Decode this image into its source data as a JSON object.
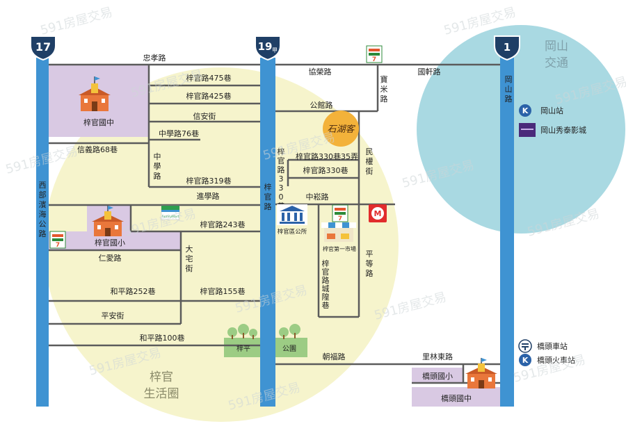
{
  "areas": {
    "zi_guan": {
      "line1": "梓官",
      "line2": "生活圈"
    },
    "gangshan": {
      "line1": "岡山",
      "line2": "交通"
    }
  },
  "highways": {
    "h17": "17",
    "h19": "19",
    "h19_sub": "甲",
    "h1": "1"
  },
  "roads": {
    "zhongxiao": "忠孝路",
    "ziguan475": "梓官路475巷",
    "ziguan425": "梓官路425巷",
    "xinan_st": "信安街",
    "zhongxue76": "中學路76巷",
    "xinyi68": "信義路68巷",
    "zhongxue_rd": "中學路",
    "ziguan319": "梓官路319巷",
    "jinxue": "進學路",
    "ziguan243": "梓官路243巷",
    "daze_st": "大宅街",
    "renai": "仁愛路",
    "heping252": "和平路252巷",
    "ziguan155": "梓官路155巷",
    "pingan_st": "平安街",
    "heping100": "和平路100巷",
    "xibu_coastal": "西部濱海公路",
    "ziguan_rd": "梓官路",
    "ziguan330_vertical": "梓官路330巷",
    "xierong": "協榮路",
    "gongguan": "公館路",
    "ziguan330_35": "梓官路330巷35弄",
    "ziguan330": "梓官路330巷",
    "zhongsong": "中崧路",
    "minquan_st": "民權街",
    "baomi": "寶米路",
    "guoxuan": "國軒路",
    "pingdeng": "平等路",
    "chenglong": "梓官路城隍巷",
    "chaofu": "朝福路",
    "lilin_east": "里林東路",
    "gangshan_rd": "岡山路"
  },
  "places": {
    "ziguan_junior": "梓官國中",
    "ziguan_elem": "梓官國小",
    "district_office": "梓官區公所",
    "market": "梓官第一市場",
    "ziping": "梓平",
    "park": "公園",
    "shihu_brand": "石湖客",
    "qiaotou_elem": "橋頭國小",
    "qiaotou_junior": "橋頭國中",
    "gangshan_station": "岡山站",
    "gangshan_cinema": "岡山秀泰影城",
    "qiaotou_bus": "橋頭車站",
    "qiaotou_train": "橋頭火車站",
    "metro_badge": "K",
    "seven_logo": "7",
    "familymart_logo": "FamilyMart",
    "pxmart_logo": "M"
  },
  "watermark": "591房屋交易",
  "colors": {
    "road": "#3f93d2",
    "zi_circle": "#f6f4cc",
    "gang_circle": "#a9d9e2",
    "school_block": "#d9c9e3",
    "street": "#5b5b5b",
    "park_green": "#9ccc84"
  }
}
